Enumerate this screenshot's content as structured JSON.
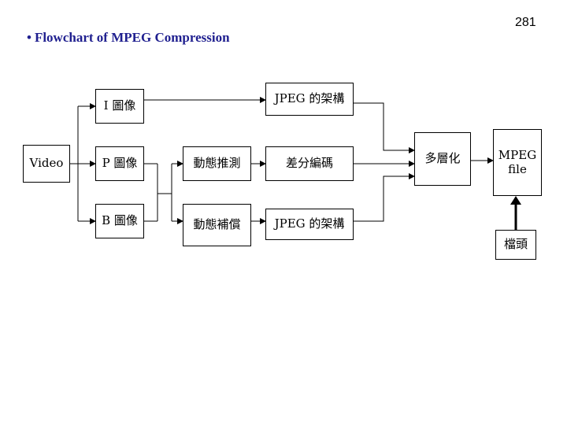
{
  "page_number": "281",
  "title": {
    "bullet": "•",
    "text": "Flowchart of MPEG Compression"
  },
  "boxes": {
    "video": "Video",
    "i_frame": "I 圖像",
    "p_frame": "P 圖像",
    "b_frame": "B 圖像",
    "jpeg_top": "JPEG 的架構",
    "motion_estimation": "動態推測",
    "diff_encoding": "差分編碼",
    "motion_compensation": "動態補償",
    "jpeg_bottom": "JPEG 的架構",
    "multiplex": "多層化",
    "mpeg_file_line1": "MPEG",
    "mpeg_file_line2": "file",
    "header": "檔頭"
  }
}
